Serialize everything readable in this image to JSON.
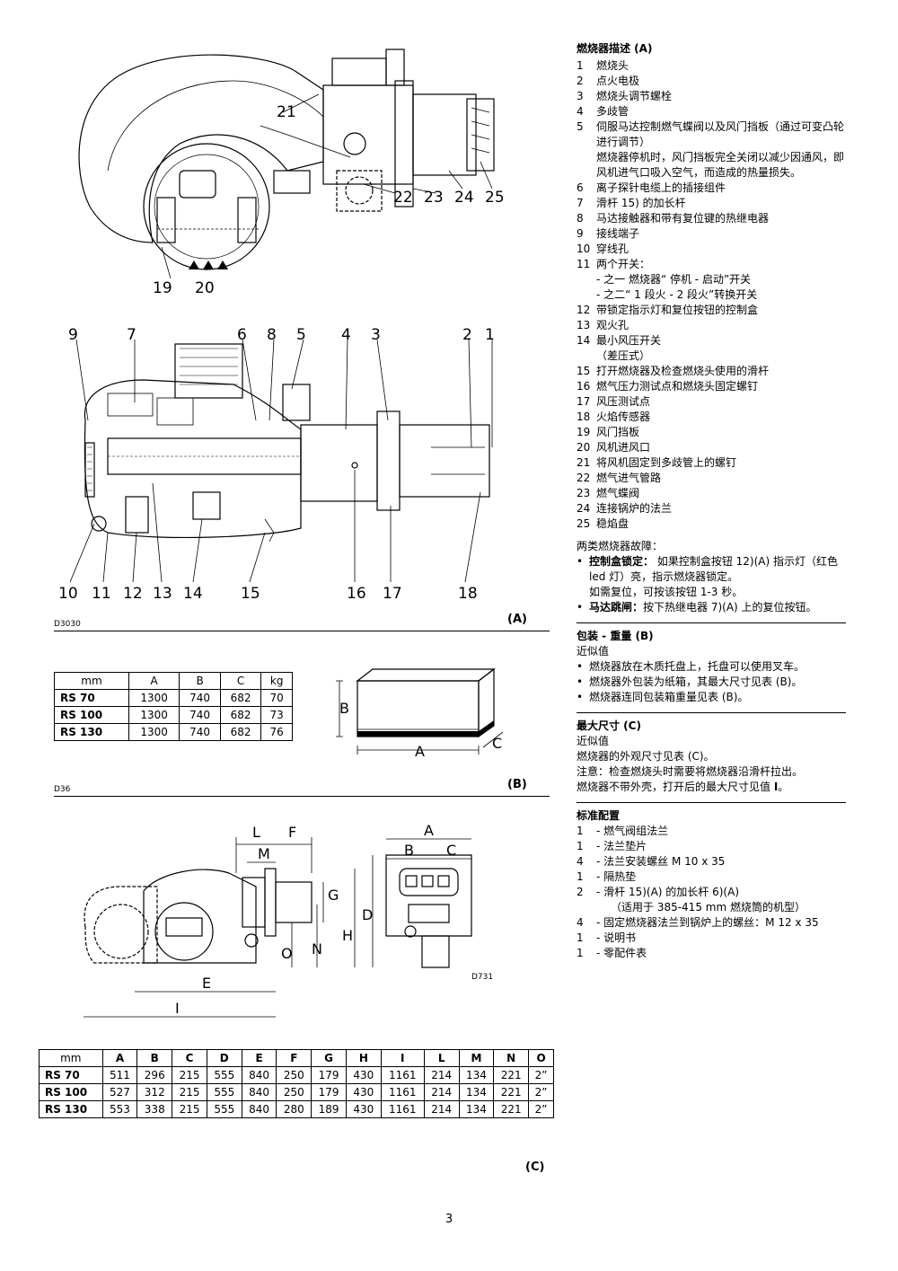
{
  "figA": {
    "code": "D3030",
    "tag": "(A)",
    "callouts_top": [
      "21",
      "22",
      "23",
      "24",
      "25",
      "19",
      "20"
    ],
    "callouts_mid": [
      "9",
      "7",
      "6",
      "8",
      "5",
      "4",
      "3",
      "2",
      "1"
    ],
    "callouts_bottom": [
      "10",
      "11",
      "12",
      "13",
      "14",
      "15",
      "16",
      "17",
      "18"
    ]
  },
  "figB": {
    "code": "D36",
    "tag": "(B)",
    "table": {
      "headers": [
        "mm",
        "A",
        "B",
        "C",
        "kg"
      ],
      "rows": [
        [
          "RS 70",
          "1300",
          "740",
          "682",
          "70"
        ],
        [
          "RS 100",
          "1300",
          "740",
          "682",
          "73"
        ],
        [
          "RS 130",
          "1300",
          "740",
          "682",
          "76"
        ]
      ]
    },
    "box_labels": {
      "a": "A",
      "b": "B",
      "c": "C"
    }
  },
  "figC": {
    "code": "D731",
    "tag": "(C)",
    "labels": [
      "L",
      "F",
      "M",
      "G",
      "H",
      "N",
      "O",
      "E",
      "I",
      "A",
      "B",
      "C",
      "D"
    ],
    "table": {
      "headers": [
        "mm",
        "A",
        "B",
        "C",
        "D",
        "E",
        "F",
        "G",
        "H",
        "I",
        "L",
        "M",
        "N",
        "O"
      ],
      "rows": [
        [
          "RS 70",
          "511",
          "296",
          "215",
          "555",
          "840",
          "250",
          "179",
          "430",
          "1161",
          "214",
          "134",
          "221",
          "2”"
        ],
        [
          "RS 100",
          "527",
          "312",
          "215",
          "555",
          "840",
          "250",
          "179",
          "430",
          "1161",
          "214",
          "134",
          "221",
          "2”"
        ],
        [
          "RS 130",
          "553",
          "338",
          "215",
          "555",
          "840",
          "280",
          "189",
          "430",
          "1161",
          "214",
          "134",
          "221",
          "2”"
        ]
      ]
    }
  },
  "page_number": "3",
  "text": {
    "desc_title": "燃烧器描述 (A)",
    "items": [
      {
        "n": "1",
        "t": "燃烧头"
      },
      {
        "n": "2",
        "t": "点火电极"
      },
      {
        "n": "3",
        "t": "燃烧头调节螺栓"
      },
      {
        "n": "4",
        "t": "多歧管"
      },
      {
        "n": "5",
        "t": "伺服马达控制燃气蝶阀以及风门挡板（通过可变凸轮进行调节）"
      },
      {
        "n": "",
        "t": "燃烧器停机时，风门挡板完全关闭以减少因通风，即风机进气口吸入空气，而造成的热量损失。"
      },
      {
        "n": "6",
        "t": "离子探针电缆上的插接组件"
      },
      {
        "n": "7",
        "t": "滑杆 15) 的加长杆"
      },
      {
        "n": "8",
        "t": "马达接触器和带有复位键的热继电器"
      },
      {
        "n": "9",
        "t": "接线端子"
      },
      {
        "n": "10",
        "t": "穿线孔"
      },
      {
        "n": "11",
        "t": "两个开关："
      },
      {
        "n": "",
        "t": "- 之一 燃烧器“ 停机 - 启动”开关"
      },
      {
        "n": "",
        "t": "- 之二“ 1 段火 - 2 段火”转换开关"
      },
      {
        "n": "12",
        "t": "带锁定指示灯和复位按钮的控制盒"
      },
      {
        "n": "13",
        "t": "观火孔"
      },
      {
        "n": "14",
        "t": "最小风压开关"
      },
      {
        "n": "",
        "t": "（差压式）"
      },
      {
        "n": "15",
        "t": "打开燃烧器及检查燃烧头使用的滑杆"
      },
      {
        "n": "16",
        "t": "燃气压力测试点和燃烧头固定螺钉"
      },
      {
        "n": "17",
        "t": "风压测试点"
      },
      {
        "n": "18",
        "t": "火焰传感器"
      },
      {
        "n": "19",
        "t": "风门挡板"
      },
      {
        "n": "20",
        "t": "风机进风口"
      },
      {
        "n": "21",
        "t": "将风机固定到多歧管上的螺钉"
      },
      {
        "n": "22",
        "t": "燃气进气管路"
      },
      {
        "n": "23",
        "t": "燃气蝶阀"
      },
      {
        "n": "24",
        "t": "连接锅炉的法兰"
      },
      {
        "n": "25",
        "t": "稳焰盘"
      }
    ],
    "faults_intro": "两类燃烧器故障：",
    "fault1_bold": "控制盒锁定：",
    "fault1": " 如果控制盒按钮 12)(A) 指示灯（红色 led 灯）亮，指示燃烧器锁定。",
    "fault1_b": "如需复位，可按该按钮 1-3 秒。",
    "fault2_bold": "马达跳闸：",
    "fault2": "按下热继电器 7)(A) 上的复位按钮。",
    "pack_title": "包装 - 重量 (B)",
    "pack_approx": "近似值",
    "pack_items": [
      "燃烧器放在木质托盘上，托盘可以使用叉车。",
      "燃烧器外包装为纸箱，其最大尺寸见表 (B)。",
      "燃烧器连同包装箱重量见表 (B)。"
    ],
    "max_title": "最大尺寸 (C)",
    "max_approx": "近似值",
    "max_line1": "燃烧器的外观尺寸见表 (C)。",
    "max_line2": "注意：检查燃烧头时需要将燃烧器沿滑杆拉出。",
    "max_line3": "燃烧器不带外壳，打开后的最大尺寸见值 ",
    "max_line3_bold": "I",
    "max_line3_end": "。",
    "std_title": "标准配置",
    "std_items": [
      {
        "n": "1",
        "t": "- 燃气阀组法兰"
      },
      {
        "n": "1",
        "t": "- 法兰垫片"
      },
      {
        "n": "4",
        "t": "- 法兰安装螺丝 M 10 x 35"
      },
      {
        "n": "1",
        "t": "- 隔热垫"
      },
      {
        "n": "2",
        "t": "- 滑杆 15)(A) 的加长杆 6)(A)"
      },
      {
        "n": "",
        "t": "（适用于 385-415 mm 燃烧筒的机型）"
      },
      {
        "n": "4",
        "t": "- 固定燃烧器法兰到锅炉上的螺丝：M 12 x 35"
      },
      {
        "n": "1",
        "t": "- 说明书"
      },
      {
        "n": "1",
        "t": "- 零配件表"
      }
    ]
  }
}
